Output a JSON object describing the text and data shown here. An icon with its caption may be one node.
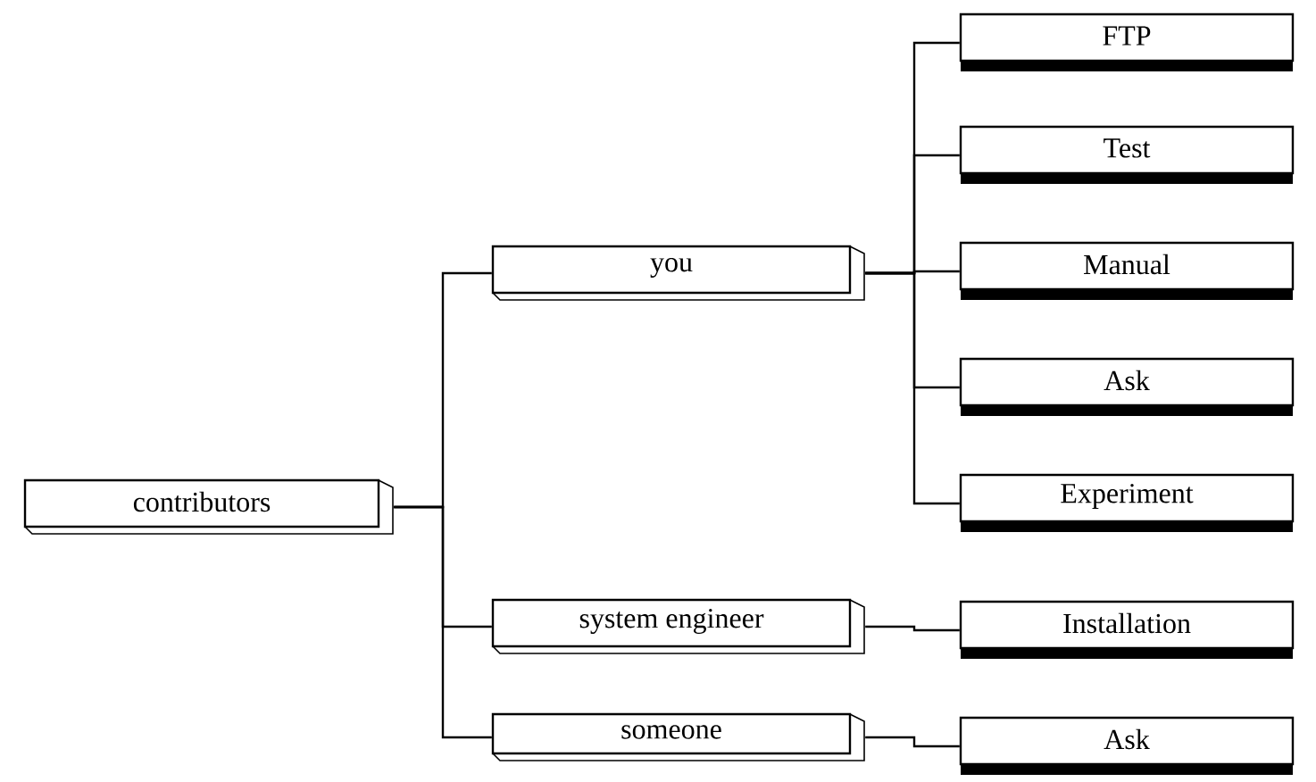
{
  "diagram": {
    "nodes": [
      {
        "text": [
          "contributors"
        ]
      },
      {
        "text": [
          "you"
        ]
      },
      {
        "text": [
          "system engineer"
        ]
      },
      {
        "text": [
          "someone"
        ]
      },
      {
        "text": [
          "FTP"
        ]
      },
      {
        "text": [
          "Test"
        ]
      },
      {
        "text": [
          "Manual"
        ]
      },
      {
        "text": [
          "Ask"
        ]
      },
      {
        "text": [
          "Experiment"
        ]
      },
      {
        "text": [
          "Installation"
        ]
      },
      {
        "text": [
          "Ask"
        ]
      }
    ],
    "edges": [
      {
        "from": 0,
        "to": 1,
        "arrow": "none"
      },
      {
        "from": 0,
        "to": 2,
        "arrow": "none"
      },
      {
        "from": 0,
        "to": 3,
        "arrow": "none"
      },
      {
        "from": 1,
        "to": 4,
        "arrow": "none"
      },
      {
        "from": 1,
        "to": 5,
        "arrow": "none"
      },
      {
        "from": 1,
        "to": 6,
        "arrow": "none"
      },
      {
        "from": 1,
        "to": 7,
        "arrow": "none"
      },
      {
        "from": 1,
        "to": 8,
        "arrow": "none"
      },
      {
        "from": 2,
        "to": 9,
        "arrow": "none"
      },
      {
        "from": 3,
        "to": 10,
        "arrow": "none"
      }
    ]
  }
}
